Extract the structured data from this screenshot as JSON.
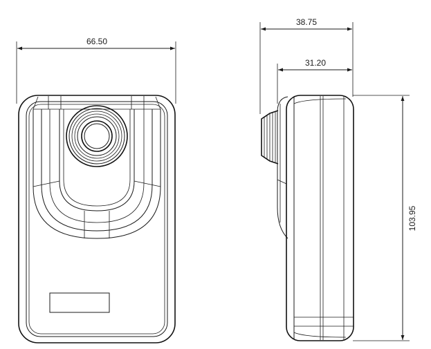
{
  "dimensions": {
    "front_width": "66.50",
    "side_depth_total": "38.75",
    "side_depth_body": "31.20",
    "height": "103.95"
  }
}
